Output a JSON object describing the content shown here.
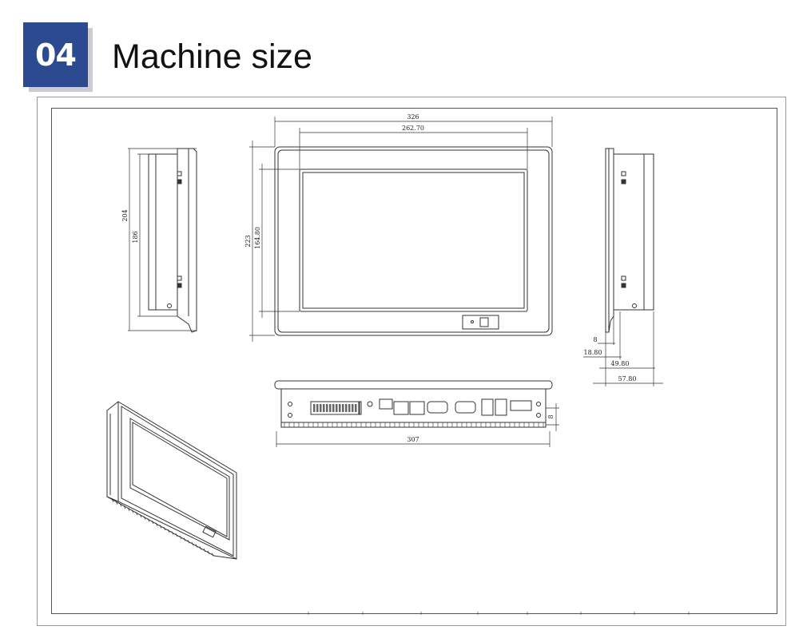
{
  "section": {
    "number": "04",
    "title": "Machine size"
  },
  "dimensions": {
    "overall_width": "326",
    "screen_width": "262.70",
    "overall_height": "223",
    "screen_height": "164.80",
    "side_height": "204",
    "side_inner_height": "186",
    "depth_a": "8",
    "depth_b": "18.80",
    "depth_c": "49.80",
    "depth_d": "57.80",
    "bottom_width": "307",
    "bottom_depth": "8"
  }
}
